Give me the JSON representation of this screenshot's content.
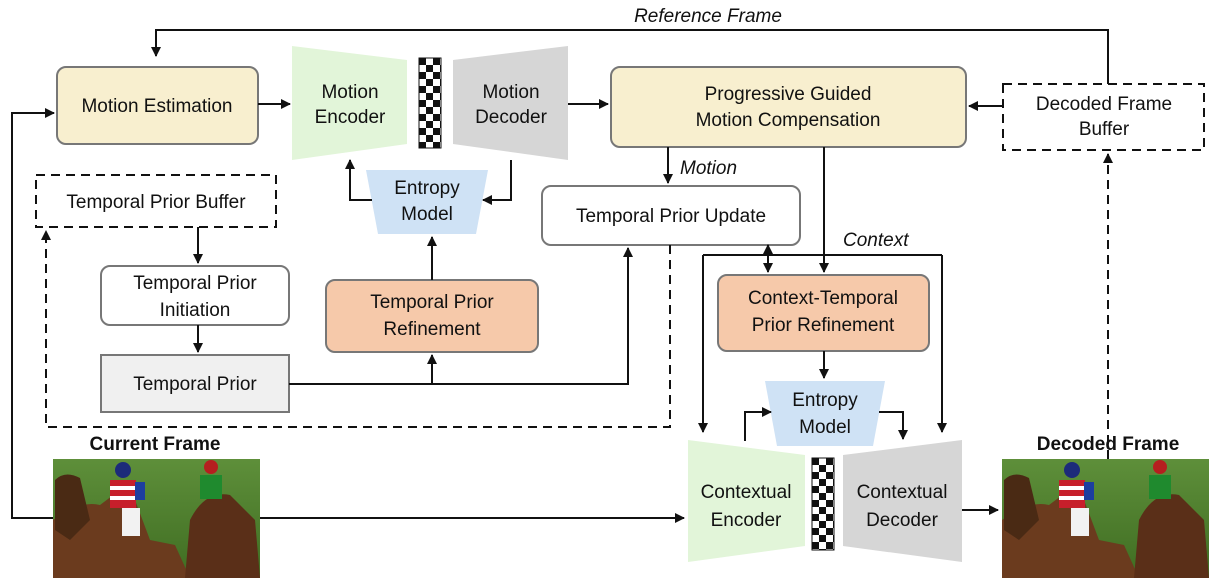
{
  "labels": {
    "reference_frame": "Reference Frame",
    "motion_estimation": "Motion Estimation",
    "motion_encoder": [
      "Motion",
      "Encoder"
    ],
    "motion_decoder": [
      "Motion",
      "Decoder"
    ],
    "pgmc": [
      "Progressive Guided",
      "Motion Compensation"
    ],
    "decoded_frame_buffer": [
      "Decoded Frame",
      "Buffer"
    ],
    "motion": "Motion",
    "entropy_model_top": [
      "Entropy",
      "Model"
    ],
    "temporal_prior_update": "Temporal Prior Update",
    "temporal_prior_buffer": "Temporal Prior Buffer",
    "context": "Context",
    "temporal_prior_initiation": [
      "Temporal Prior",
      "Initiation"
    ],
    "temporal_prior_refinement": [
      "Temporal Prior",
      "Refinement"
    ],
    "context_temporal_prior_refinement": [
      "Context-Temporal",
      "Prior Refinement"
    ],
    "temporal_prior": "Temporal Prior",
    "entropy_model_bottom": [
      "Entropy",
      "Model"
    ],
    "current_frame": "Current Frame",
    "decoded_frame": "Decoded Frame",
    "contextual_encoder": [
      "Contextual",
      "Encoder"
    ],
    "contextual_decoder": [
      "Contextual",
      "Decoder"
    ]
  },
  "colors": {
    "yellow_box": "#f8efcf",
    "orange_box": "#f6c9aa",
    "green_trap": "#e2f5d9",
    "gray_trap": "#d6d6d6",
    "blue_trap": "#cfe2f5",
    "gray_box": "#f0f0f0"
  },
  "icons": {
    "quantizer": "checkerboard-quantizer-icon",
    "frame_image": "horse-racing-photo"
  }
}
